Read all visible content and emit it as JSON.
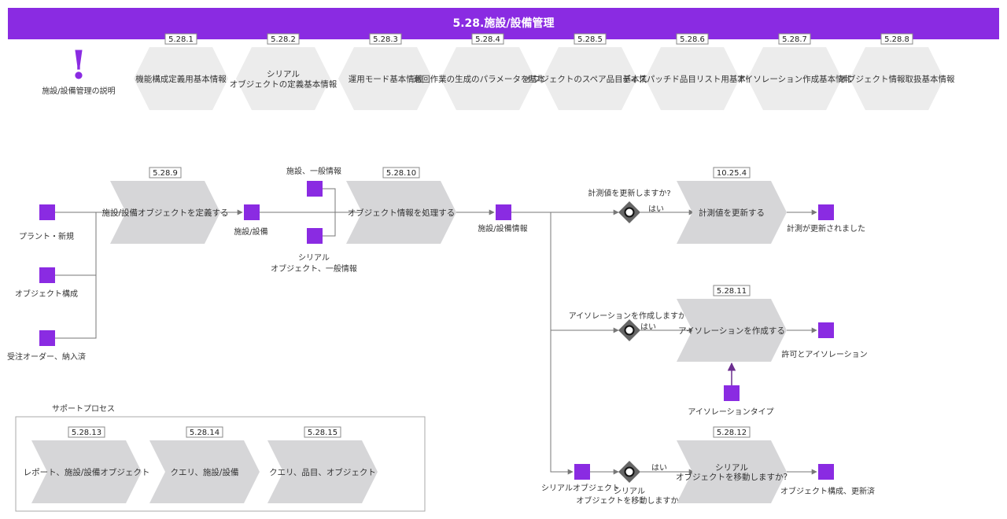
{
  "title": "5.28.施設/設備管理",
  "note": {
    "mark": "!",
    "label": "施設/設備管理の説明"
  },
  "hexes": [
    {
      "tag": "5.28.1",
      "label": [
        "機能構成定義用基本情報"
      ]
    },
    {
      "tag": "5.28.2",
      "label": [
        "シリアル",
        "オブジェクトの定義基本情報"
      ]
    },
    {
      "tag": "5.28.3",
      "label": [
        "運用モード基本情報"
      ]
    },
    {
      "tag": "5.28.4",
      "label": [
        "巡回作業の生成のパラメータを基本情報"
      ]
    },
    {
      "tag": "5.28.5",
      "label": [
        "オブジェクトのスペア品目基本情報"
      ]
    },
    {
      "tag": "5.28.6",
      "label": [
        "ディスパッチド品目リスト用基本情報"
      ]
    },
    {
      "tag": "5.28.7",
      "label": [
        "アイソレーション作成基本情報"
      ]
    },
    {
      "tag": "5.28.8",
      "label": [
        "オブジェクト情報取扱基本情報"
      ]
    }
  ],
  "inputs": {
    "plant_new": "プラント・新規",
    "object_config": "オブジェクト構成",
    "order_delivered": "受注オーダー、納入済"
  },
  "process1": {
    "tag": "5.28.9",
    "label": "施設/設備オブジェクトを定義する"
  },
  "event_facility": "施設/設備",
  "general_info": "施設、一般情報",
  "serial_general": [
    "シリアル",
    "オブジェクト、一般情報"
  ],
  "process2": {
    "tag": "5.28.10",
    "label": "オブジェクト情報を処理する"
  },
  "event_facility_info": "施設/設備情報",
  "branch1": {
    "question": "計測値を更新しますか?",
    "yes": "はい",
    "tag": "10.25.4",
    "process": "計測値を更新する",
    "result": "計測が更新されました"
  },
  "branch2": {
    "question": "アイソレーションを作成しますか?",
    "yes": "はい",
    "tag": "5.28.11",
    "process": "アイソレーションを作成する",
    "result": "許可とアイソレーション",
    "input": "アイソレーションタイプ"
  },
  "branch3": {
    "event": "シリアルオブジェクト",
    "question": [
      "シリアル",
      "オブジェクトを移動しますか?"
    ],
    "yes": "はい",
    "tag": "5.28.12",
    "process": [
      "シリアル",
      "オブジェクトを移動しますか?"
    ],
    "result": "オブジェクト構成、更新済"
  },
  "support": {
    "title": "サポートプロセス",
    "items": [
      {
        "tag": "5.28.13",
        "label": "レポート、施設/設備オブジェクト"
      },
      {
        "tag": "5.28.14",
        "label": "クエリ、施設/設備"
      },
      {
        "tag": "5.28.15",
        "label": "クエリ、品目、オブジェクト"
      }
    ]
  },
  "colors": {
    "accent": "#8a2be2",
    "process": "#d6d6d8",
    "hex": "#ececec",
    "gateway": "#666666"
  }
}
